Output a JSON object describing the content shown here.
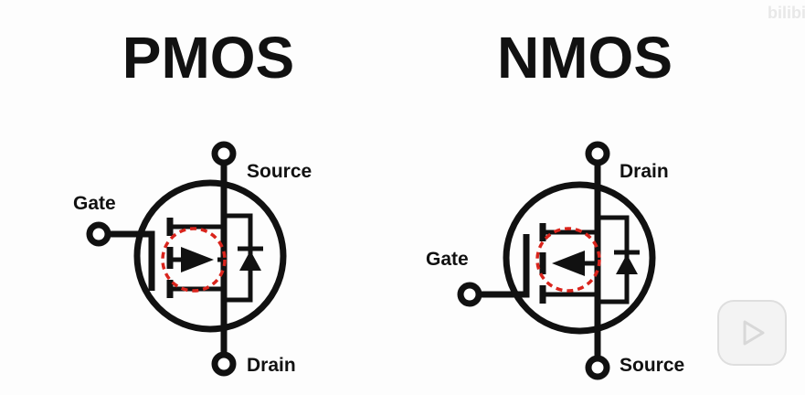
{
  "watermark": "bilibili",
  "pmos": {
    "title": "PMOS",
    "gate_label": "Gate",
    "source_label": "Source",
    "drain_label": "Drain"
  },
  "nmos": {
    "title": "NMOS",
    "gate_label": "Gate",
    "source_label": "Source",
    "drain_label": "Drain"
  },
  "colors": {
    "stroke": "#111111",
    "highlight": "#d9241c",
    "background": "#fdfdfd"
  },
  "player": {
    "play_icon": "play-icon"
  }
}
